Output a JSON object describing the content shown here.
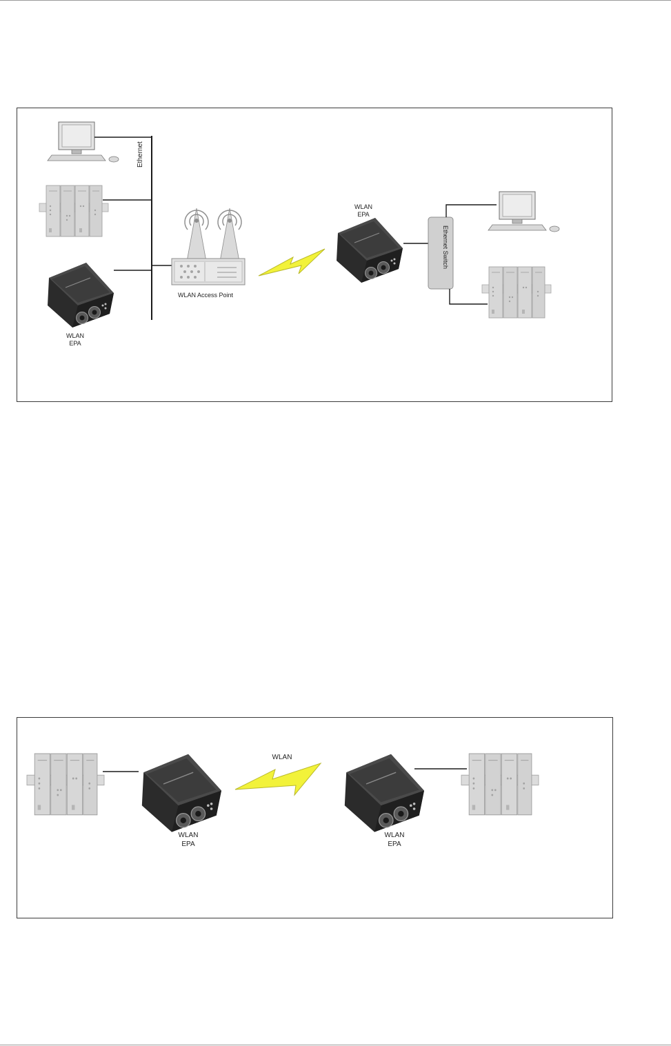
{
  "diagram1": {
    "ethernet_label": "Ethernet",
    "access_point_label": "WLAN Access Point",
    "epa_left": {
      "line1": "WLAN",
      "line2": "EPA"
    },
    "epa_right": {
      "line1": "WLAN",
      "line2": "EPA"
    },
    "switch_label": "Ethernet Switch"
  },
  "diagram2": {
    "wlan_label": "WLAN",
    "epa_left": {
      "line1": "WLAN",
      "line2": "EPA"
    },
    "epa_right": {
      "line1": "WLAN",
      "line2": "EPA"
    }
  },
  "colors": {
    "frame_border": "#3a3a3a",
    "lightning": "#f2f23a",
    "device_dark": "#2e2e2e",
    "equipment_grey": "#cfcfcf"
  }
}
